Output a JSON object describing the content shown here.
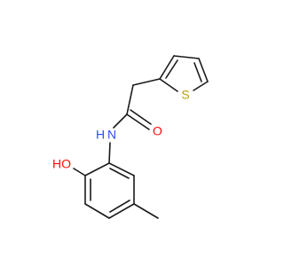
{
  "atoms": {
    "oxygen_carbonyl": "O",
    "nitrogen_amide": "N",
    "hydrogen_amide": "H",
    "sulfur_thiophene": "S",
    "hydroxyl": "HO"
  },
  "colors": {
    "bond": "#1a1a1a",
    "oxygen": "#ff0d0d",
    "nitrogen": "#3050f8",
    "sulfur": "#b8a000",
    "background": "#ffffff"
  }
}
